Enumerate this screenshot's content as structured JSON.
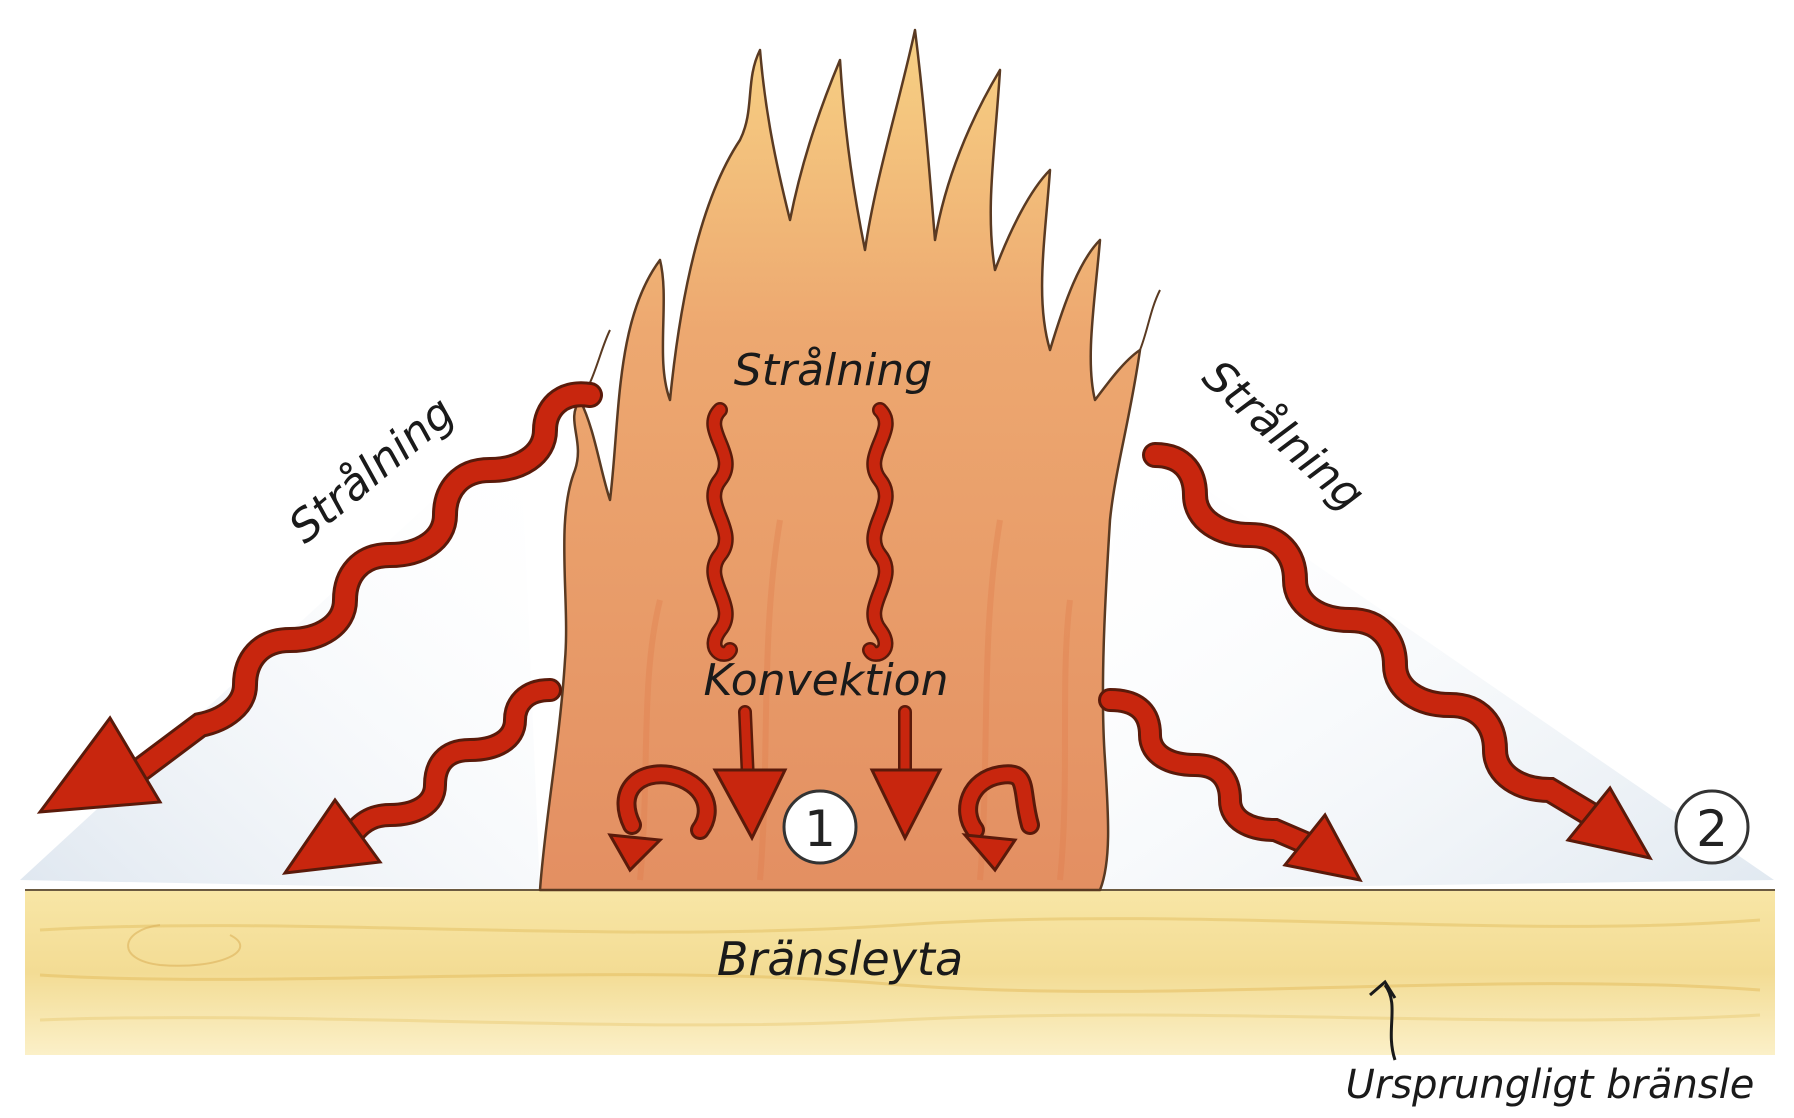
{
  "title": "",
  "labels": {
    "radiation_center": "Strålning",
    "radiation_left": "Strålning",
    "radiation_right": "Strålning",
    "convection": "Konvektion",
    "fuel_surface": "Bränsleyta",
    "original_fuel": "Ursprungligt bränsle",
    "marker_1": "1",
    "marker_2": "2"
  },
  "colors": {
    "title_red": "#ee1133",
    "arrow_red": "#c8260e",
    "flame_orange": "#e9a070",
    "flame_yellow": "#f6d58a",
    "fuel_yellow": "#f4e2a2",
    "sky_blue": "#dde6ef"
  }
}
